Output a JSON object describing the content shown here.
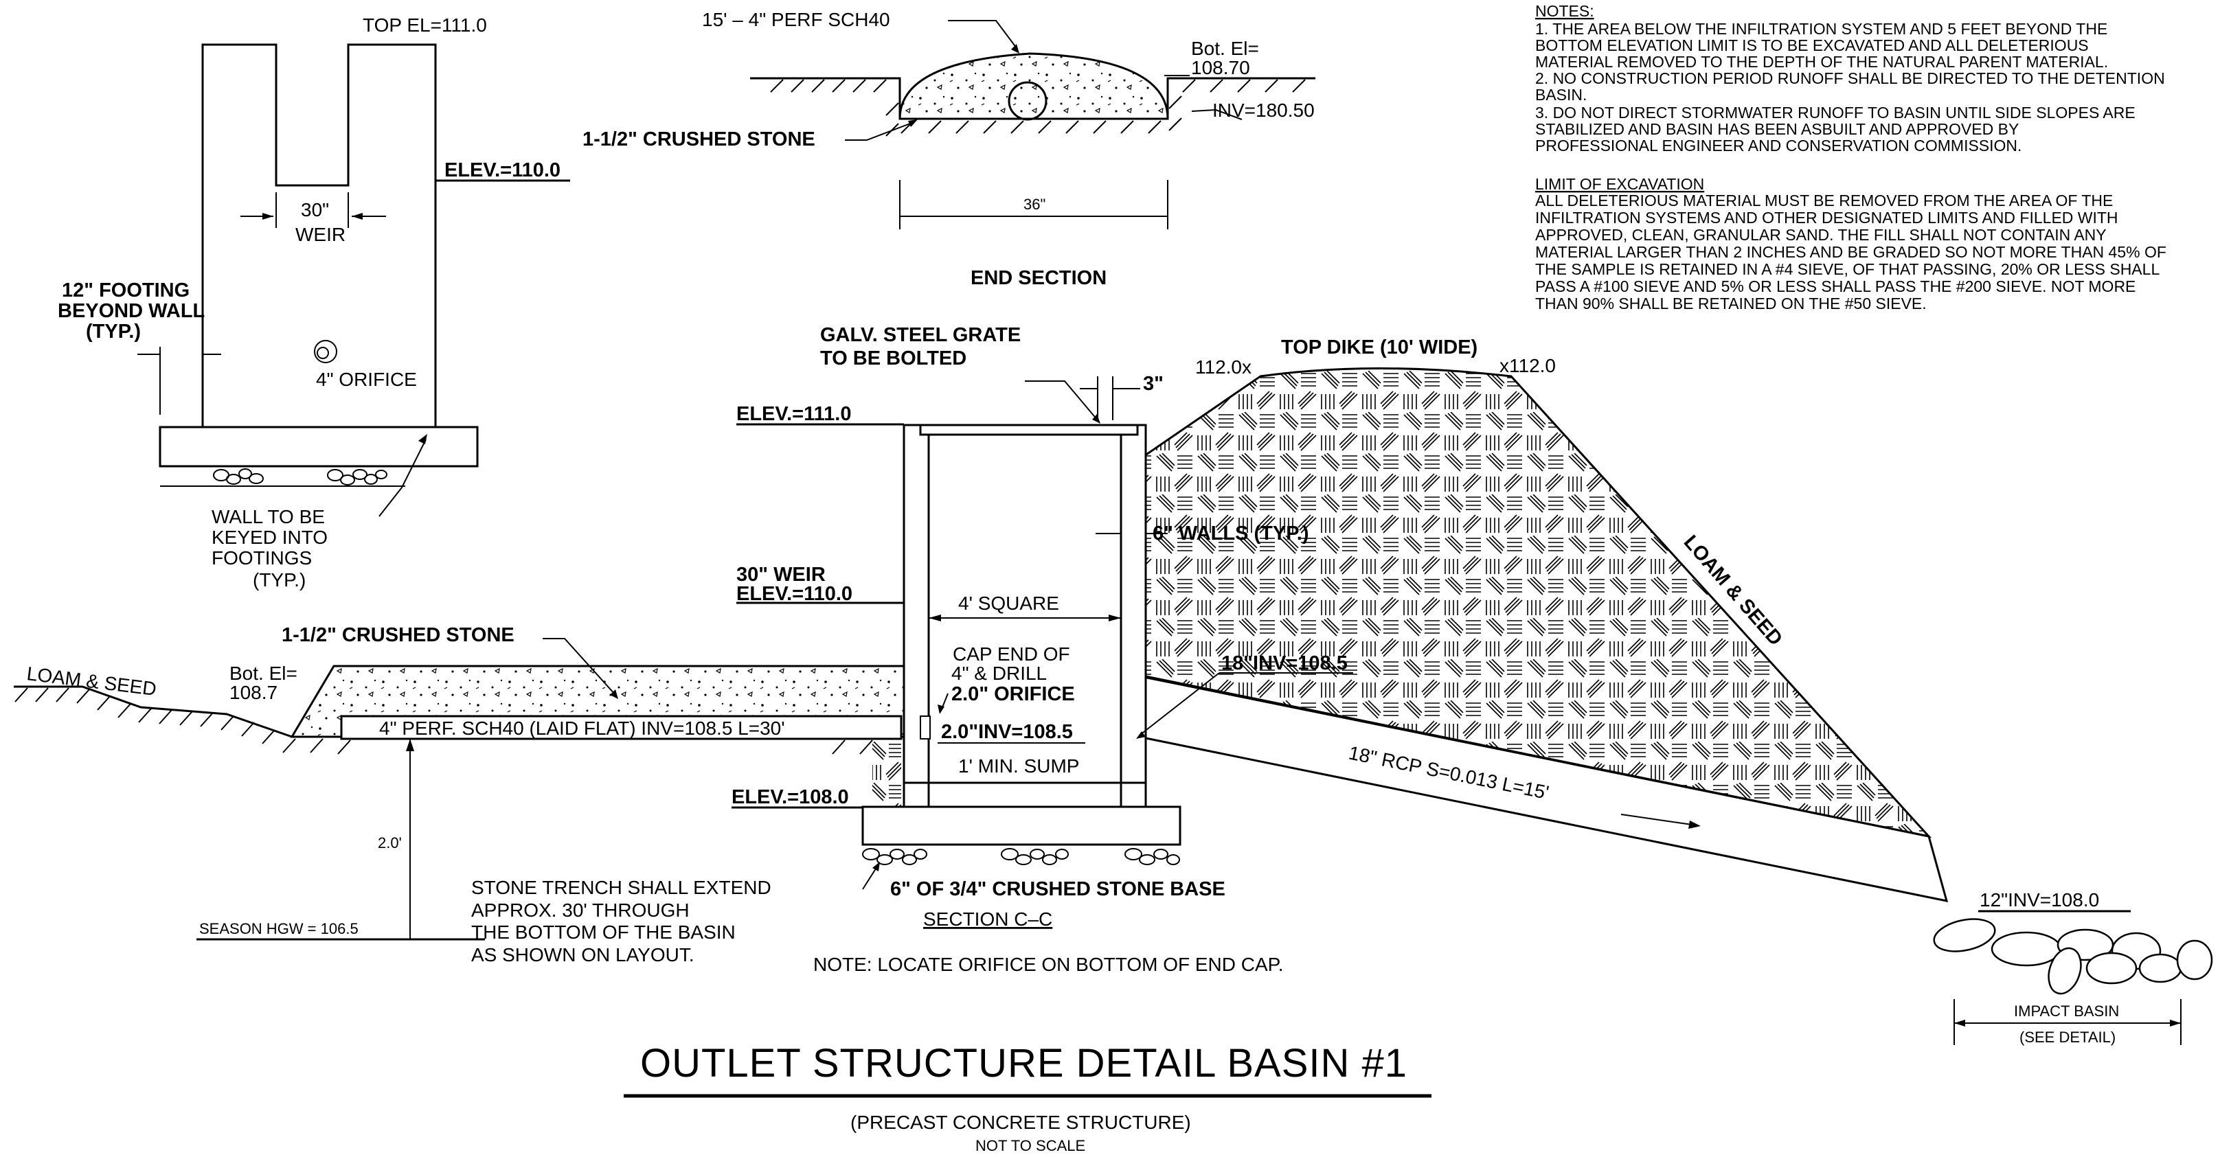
{
  "elevation_view": {
    "top_el": "TOP EL=111.0",
    "elev_110": "ELEV.=110.0",
    "weir_dim": "30\"",
    "weir_word": "WEIR",
    "footing_1": "12\" FOOTING",
    "footing_2": "BEYOND WALL",
    "footing_3": "(TYP.)",
    "orifice": "4\" ORIFICE",
    "keyed_1": "WALL TO BE",
    "keyed_2": "KEYED INTO",
    "keyed_3": "FOOTINGS",
    "keyed_4": "(TYP.)"
  },
  "end_section": {
    "perf": "15' – 4\" PERF SCH40",
    "bot_1": "Bot. El=",
    "bot_2": "108.70",
    "inv": "INV=180.50",
    "stone": "1-1/2\" CRUSHED STONE",
    "width": "36\"",
    "title": "END SECTION"
  },
  "notes": {
    "heading": "NOTES:",
    "lines": [
      "1.  THE AREA BELOW THE INFILTRATION SYSTEM AND 5 FEET BEYOND THE",
      "     BOTTOM ELEVATION LIMIT IS TO BE EXCAVATED AND ALL DELETERIOUS",
      "     MATERIAL REMOVED TO THE DEPTH OF THE NATURAL PARENT MATERIAL.",
      "2.  NO CONSTRUCTION PERIOD RUNOFF SHALL BE DIRECTED TO THE    DETENTION",
      "BASIN.",
      "3.  DO NOT DIRECT STORMWATER RUNOFF TO BASIN UNTIL SIDE SLOPES ARE",
      "     STABILIZED AND BASIN HAS BEEN ASBUILT AND APPROVED BY",
      "     PROFESSIONAL ENGINEER AND CONSERVATION COMMISSION."
    ],
    "limit_heading": "LIMIT OF EXCAVATION",
    "limit_lines": [
      "ALL DELETERIOUS MATERIAL MUST BE REMOVED FROM THE AREA OF THE",
      "INFILTRATION SYSTEMS AND OTHER DESIGNATED LIMITS AND FILLED WITH",
      "APPROVED, CLEAN, GRANULAR SAND.   THE FILL SHALL NOT CONTAIN ANY",
      "MATERIAL LARGER THAN 2 INCHES AND BE GRADED SO NOT MORE THAN 45% OF",
      "THE SAMPLE IS RETAINED IN A #4 SIEVE, OF THAT PASSING, 20% OR LESS SHALL",
      "PASS A #100 SIEVE AND 5% OR LESS SHALL PASS THE #200 SIEVE.   NOT MORE",
      "THAN 90% SHALL BE RETAINED ON THE #50 SIEVE."
    ]
  },
  "section": {
    "grate_1": "GALV. STEEL GRATE",
    "grate_2": "TO BE BOLTED",
    "grate_dim": "3\"",
    "elev_111": "ELEV.=111.0",
    "dike_left": "112.0x",
    "dike_title": "TOP DIKE (10' WIDE)",
    "dike_right": "x112.0",
    "walls": "6\" WALLS (TYP.)",
    "loam_right": "LOAM & SEED",
    "weir_1": "30\" WEIR",
    "weir_2": "ELEV.=110.0",
    "square": "4' SQUARE",
    "stone": "1-1/2\" CRUSHED STONE",
    "cap_1": "CAP END OF",
    "cap_2": "4\" & DRILL",
    "cap_3": "2.0\" ORIFICE",
    "inv_18": "18\"INV=108.5",
    "loam_left": "LOAM & SEED",
    "bot_1": "Bot. El=",
    "bot_2": "108.7",
    "pipe": "4\" PERF.  SCH40 (LAID FLAT) INV=108.5 L=30'",
    "inv_2": "2.0\"INV=108.5",
    "rcp": "18\" RCP S=0.013 L=15'",
    "sump": "1' MIN. SUMP",
    "elev_108": "ELEV.=108.0",
    "depth": "2.0'",
    "trench_1": "STONE TRENCH SHALL EXTEND",
    "trench_2": "APPROX. 30' THROUGH",
    "trench_3": "THE BOTTOM OF THE BASIN",
    "trench_4": "AS SHOWN ON LAYOUT.",
    "hgw": "SEASON HGW = 106.5",
    "base": "6\" OF 3/4\" CRUSHED STONE BASE",
    "section_label": "SECTION C–C",
    "inv_12": "12\"INV=108.0",
    "impact_1": "IMPACT BASIN",
    "impact_2": "(SEE DETAIL)",
    "note": "NOTE:   LOCATE ORIFICE ON BOTTOM OF END CAP."
  },
  "title_block": {
    "title": "OUTLET STRUCTURE DETAIL BASIN #1",
    "subtitle": "(PRECAST CONCRETE STRUCTURE)",
    "scale": "NOT TO SCALE"
  }
}
